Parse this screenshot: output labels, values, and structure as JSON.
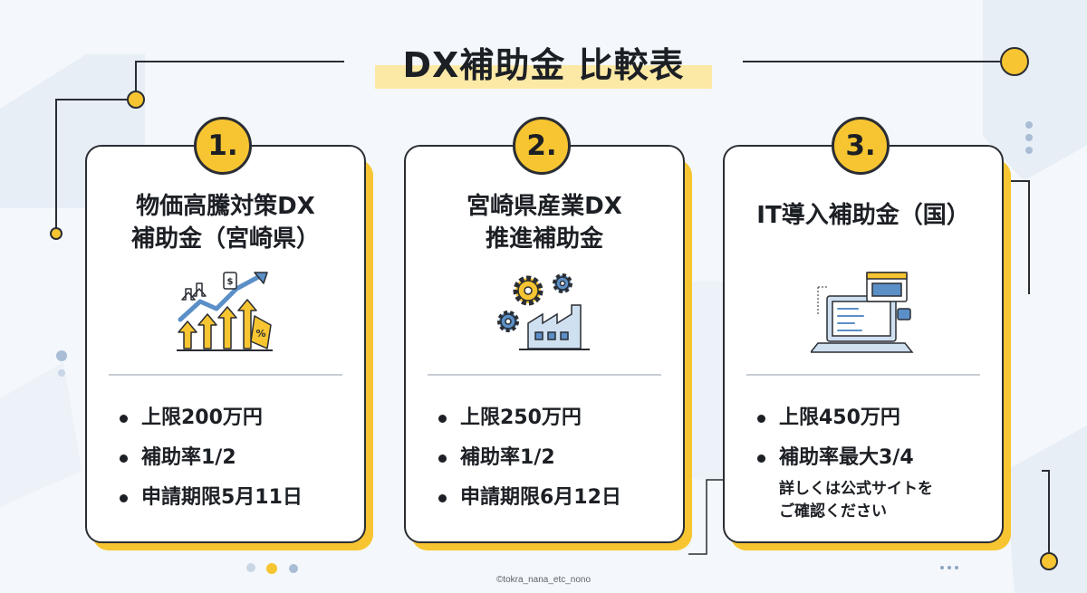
{
  "page": {
    "title": "DX補助金 比較表",
    "credit": "©tokra_nana_etc_nono"
  },
  "cards": [
    {
      "number": "1.",
      "title_lines": [
        "物価高騰対策DX",
        "補助金（宮崎県）"
      ],
      "icon": "rising-price-chart-icon",
      "points": [
        "上限200万円",
        "補助率1/2",
        "申請期限5月11日"
      ],
      "note_lines": []
    },
    {
      "number": "2.",
      "title_lines": [
        "宮崎県産業DX",
        "推進補助金"
      ],
      "icon": "factory-gears-icon",
      "points": [
        "上限250万円",
        "補助率1/2",
        "申請期限6月12日"
      ],
      "note_lines": []
    },
    {
      "number": "3.",
      "title_lines": [
        "IT導入補助金（国）"
      ],
      "icon": "laptop-software-icon",
      "points": [
        "上限450万円",
        "補助率最大3/4"
      ],
      "note_lines": [
        "詳しくは公式サイトを",
        "ご確認ください"
      ]
    }
  ],
  "colors": {
    "accent": "#f6c531",
    "highlight": "#fde9a6",
    "outline": "#2a2d33",
    "blue": "#5b8fc7",
    "bg": "#f4f7fb"
  }
}
